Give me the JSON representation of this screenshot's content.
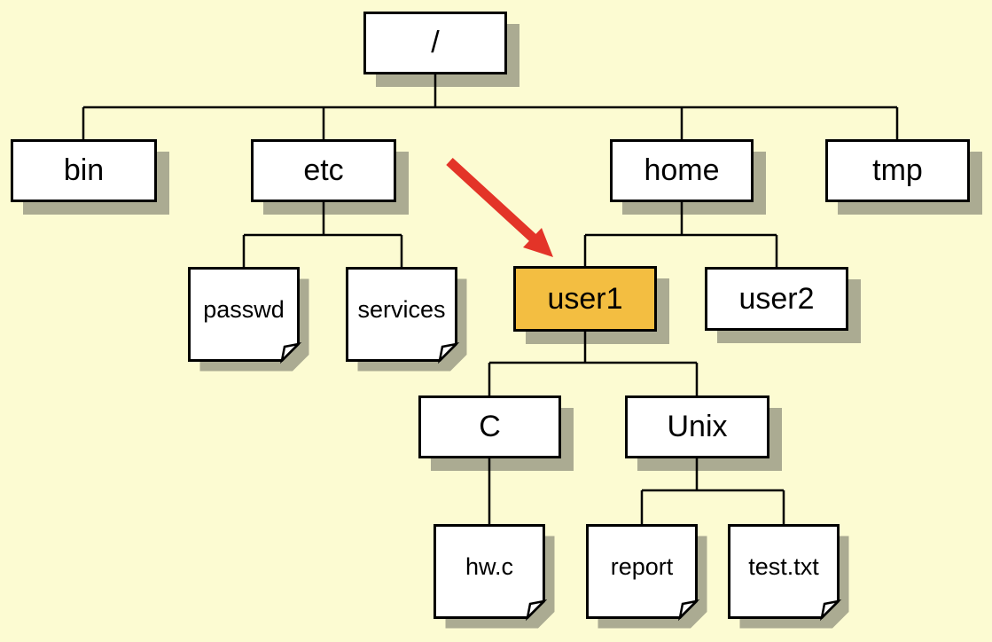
{
  "diagram": {
    "kind": "filesystem-tree",
    "tree": {
      "/": [
        "bin",
        "etc",
        "home",
        "tmp"
      ],
      "etc": [
        "passwd",
        "services"
      ],
      "home": [
        "user1",
        "user2"
      ],
      "user1": [
        "C",
        "Unix"
      ],
      "C": [
        "hw.c"
      ],
      "Unix": [
        "report",
        "test.txt"
      ]
    },
    "highlighted_node": "user1",
    "arrow_points_to": "user1"
  },
  "nodes": {
    "root": {
      "label": "/",
      "kind": "directory"
    },
    "bin": {
      "label": "bin",
      "kind": "directory"
    },
    "etc": {
      "label": "etc",
      "kind": "directory"
    },
    "home": {
      "label": "home",
      "kind": "directory"
    },
    "tmp": {
      "label": "tmp",
      "kind": "directory"
    },
    "passwd": {
      "label": "passwd",
      "kind": "file"
    },
    "services": {
      "label": "services",
      "kind": "file"
    },
    "user1": {
      "label": "user1",
      "kind": "directory",
      "highlighted": true
    },
    "user2": {
      "label": "user2",
      "kind": "directory"
    },
    "c": {
      "label": "C",
      "kind": "directory"
    },
    "unix": {
      "label": "Unix",
      "kind": "directory"
    },
    "hwc": {
      "label": "hw.c",
      "kind": "file"
    },
    "report": {
      "label": "report",
      "kind": "file"
    },
    "testtxt": {
      "label": "test.txt",
      "kind": "file"
    }
  },
  "colors": {
    "background": "#FCFBD2",
    "node_fill": "#FFFFFF",
    "line": "#000000",
    "shadow": "#ABAB92",
    "highlight": "#F3BE41",
    "arrow": "#E33428"
  }
}
